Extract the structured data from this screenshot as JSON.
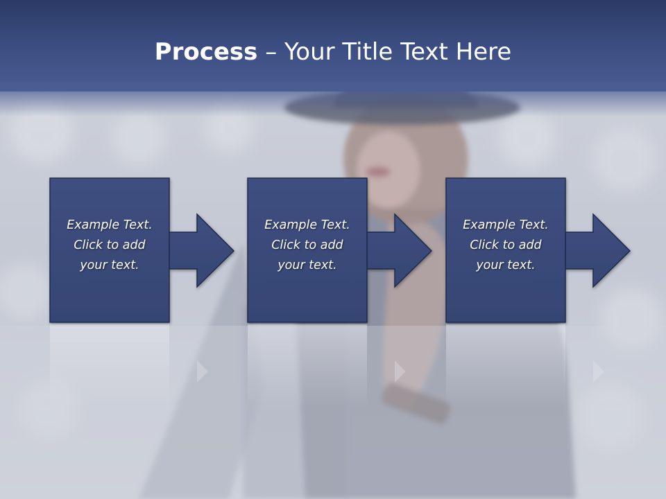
{
  "slide": {
    "title_bold": "Process",
    "title_sep": " – ",
    "title_rest": "Your Title Text Here"
  },
  "steps": [
    {
      "line1": "Example Text.",
      "line2": "Click  to add",
      "line3": "your text."
    },
    {
      "line1": "Example Text.",
      "line2": "Click  to add",
      "line3": "your text."
    },
    {
      "line1": "Example Text.",
      "line2": "Click  to add",
      "line3": "your text."
    }
  ],
  "colors": {
    "title_bar": "#3a4c7f",
    "box_fill": "#3b4a78",
    "box_border": "#1f2b4d",
    "text": "#ffffff"
  },
  "icons": [
    "right-arrow-icon"
  ]
}
